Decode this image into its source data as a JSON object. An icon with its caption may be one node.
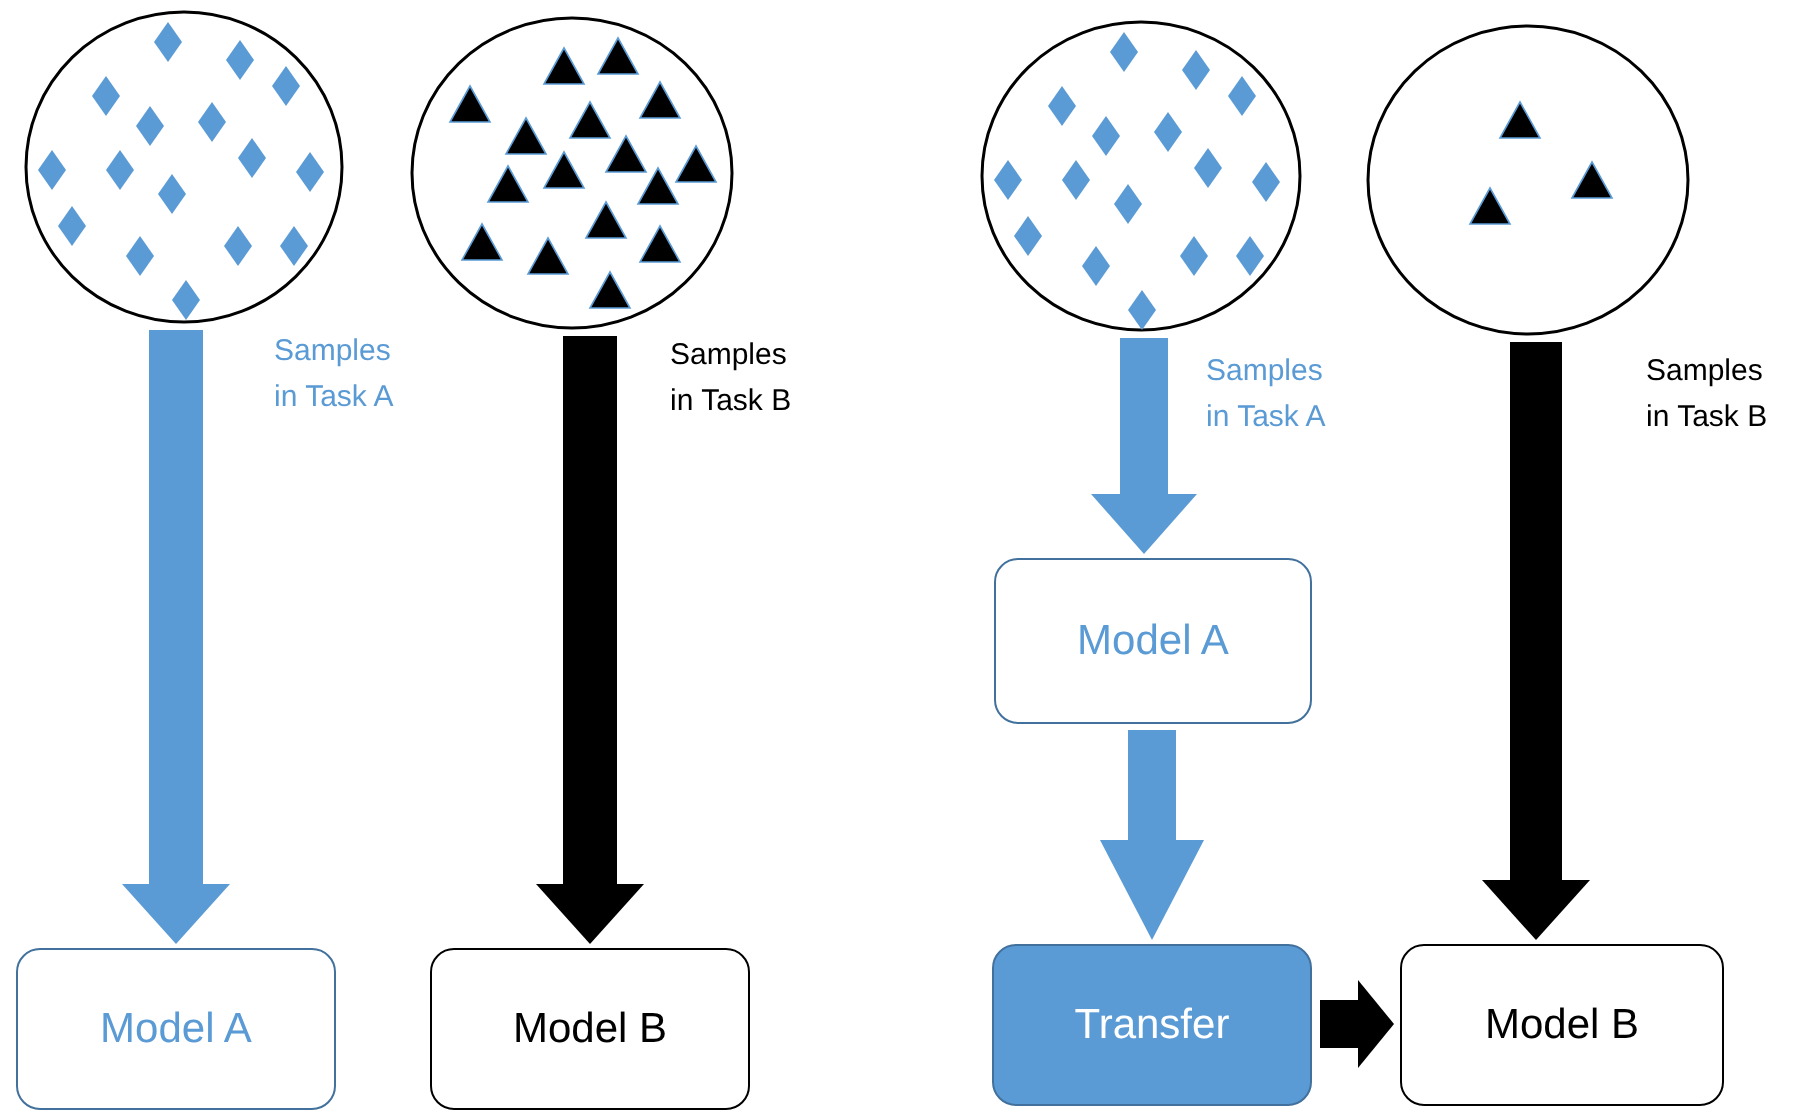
{
  "diagram": {
    "nodes": [
      {
        "text": [],
        "shape": "circle"
      },
      {
        "text": [],
        "shape": "circle"
      },
      {
        "text": [
          "Model A"
        ]
      },
      {
        "text": [
          "Model B"
        ]
      },
      {
        "text": [],
        "shape": "circle"
      },
      {
        "text": [],
        "shape": "circle"
      },
      {
        "text": [
          "Model A"
        ]
      },
      {
        "text": [
          "Transfer"
        ]
      },
      {
        "text": [
          "Model B"
        ]
      }
    ],
    "edges": [
      {
        "from": 0,
        "to": 2,
        "arrow": "to",
        "color": "#5b9bd5"
      },
      {
        "from": 1,
        "to": 3,
        "arrow": "to",
        "color": "#000000"
      },
      {
        "from": 4,
        "to": 6,
        "arrow": "to",
        "color": "#5b9bd5"
      },
      {
        "from": 6,
        "to": 7,
        "arrow": "to",
        "color": "#5b9bd5"
      },
      {
        "from": 7,
        "to": 8,
        "arrow": "to",
        "color": "#000000"
      },
      {
        "from": 5,
        "to": 8,
        "arrow": "to",
        "color": "#000000"
      }
    ],
    "labels": [
      "Samples in Task A",
      "Samples in Task B",
      "Samples in Task A",
      "Samples in Task B"
    ]
  }
}
